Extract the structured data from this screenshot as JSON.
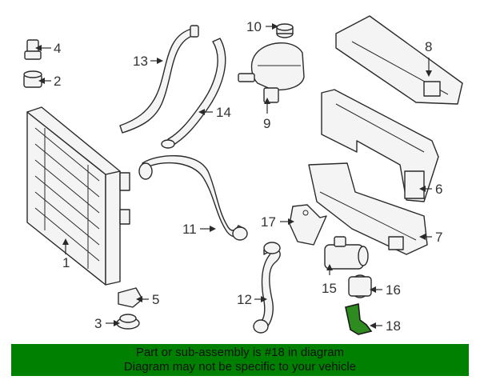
{
  "colors": {
    "banner_background": "#008000",
    "highlight_part": "#2e8b1f",
    "line_art": "#2a2a2a"
  },
  "callouts": {
    "c1": "1",
    "c2": "2",
    "c3": "3",
    "c4": "4",
    "c5": "5",
    "c6": "6",
    "c7": "7",
    "c8": "8",
    "c9": "9",
    "c10": "10",
    "c11": "11",
    "c12": "12",
    "c13": "13",
    "c14": "14",
    "c15": "15",
    "c16": "16",
    "c17": "17",
    "c18": "18"
  },
  "highlighted_callout": "18",
  "banner": {
    "line1": "Part or sub-assembly is #18 in diagram",
    "line2": "Diagram may not be specific to your vehicle"
  }
}
